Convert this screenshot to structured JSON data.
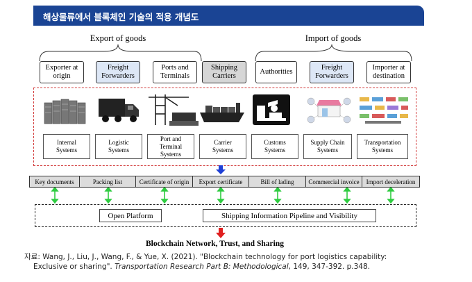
{
  "title": "해상물류에서 블록체인 기술의 적용 개념도",
  "groups": {
    "export": "Export of goods",
    "import": "Import of goods"
  },
  "stakeholders": [
    {
      "label": "Exporter at origin",
      "style": "plain"
    },
    {
      "label": "Freight Forwarders",
      "style": "highlight"
    },
    {
      "label": "Ports and Terminals",
      "style": "plain"
    },
    {
      "label": "Shipping Carriers",
      "style": "gray"
    },
    {
      "label": "Authorities",
      "style": "plain"
    },
    {
      "label": "Freight Forwarders",
      "style": "highlight"
    },
    {
      "label": "Importer at destination",
      "style": "plain"
    }
  ],
  "icons": [
    "server-rack-icon",
    "truck-icon",
    "port-crane-icon",
    "cargo-ship-icon",
    "customs-officer-icon",
    "supply-chain-store-icon",
    "transport-vehicles-icon"
  ],
  "systems": [
    "Internal Systems",
    "Logistic Systems",
    "Port and Terminal Systems",
    "Carrier Systems",
    "Customs Systems",
    "Supply Chain Systems",
    "Transportation Systems"
  ],
  "documents": [
    "Key documents",
    "Packing list",
    "Certificate of origin",
    "Export certificate",
    "Bill of lading",
    "Commercial invoice",
    "Import deceleration"
  ],
  "platform": {
    "left": "Open Platform",
    "right": "Shipping Information Pipeline and Visibility"
  },
  "bottom_title": "Blockchain Network, Trust, and Sharing",
  "source": {
    "prefix": "자료: Wang, J., Liu, J., Wang, F., & Yue, X. (2021). \"Blockchain technology for port logistics capability:",
    "line2_a": "Exclusive or sharing\". ",
    "journal": "Transportation Research Part B: Methodological",
    "line2_b": ", 149, 347-392. p.348."
  },
  "colors": {
    "title_bg": "#1a4494",
    "highlight": "#dde7f6",
    "gray": "#d6d6d6",
    "dashed_red": "#d23b3b",
    "green_arrow": "#2ecc40",
    "blue_arrow": "#1f3fd6",
    "red_arrow": "#e02020"
  }
}
